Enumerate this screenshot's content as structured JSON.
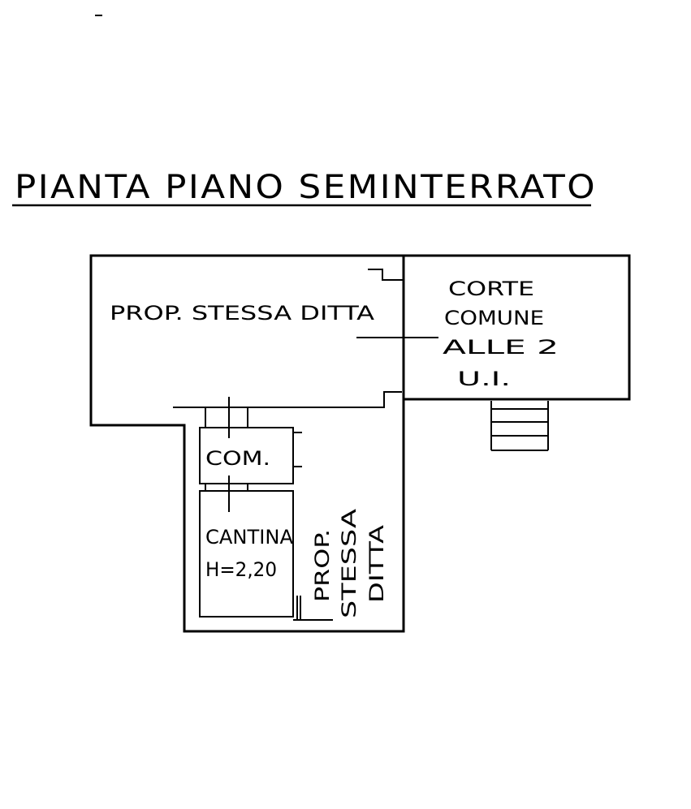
{
  "title": "PIANTA  PIANO SEMINTERRATO",
  "rooms": {
    "main": "PROP. STESSA DITTA",
    "court": [
      "CORTE",
      "COMUNE",
      "ALLE   2",
      "U.I."
    ],
    "common": "COM.",
    "cellar": "CANTINA",
    "cellar_height": "H=2,20",
    "side": [
      "PROP.",
      "STESSA",
      "DITTA"
    ]
  }
}
